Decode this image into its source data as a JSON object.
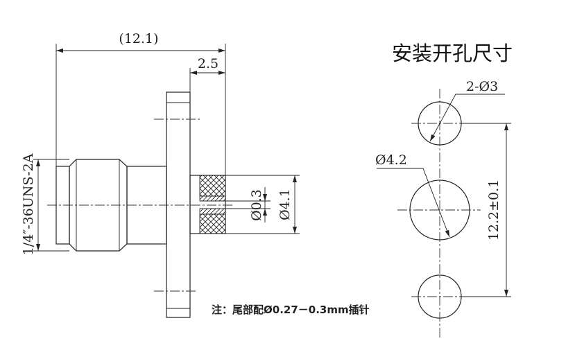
{
  "title": "安装开孔尺寸",
  "side_view": {
    "overall_length": "(12.1)",
    "rear_length": "2.5",
    "thread": "1/4″-36UNS-2A",
    "pin_diameter": "Ø0.3",
    "rear_diameter": "Ø4.1"
  },
  "hole_pattern": {
    "mount_holes": "2-Ø3",
    "center_hole": "Ø4.2",
    "hole_spacing": "12.2±0.1"
  },
  "note": "注：尾部配Ø0.27－0.3mm插针"
}
